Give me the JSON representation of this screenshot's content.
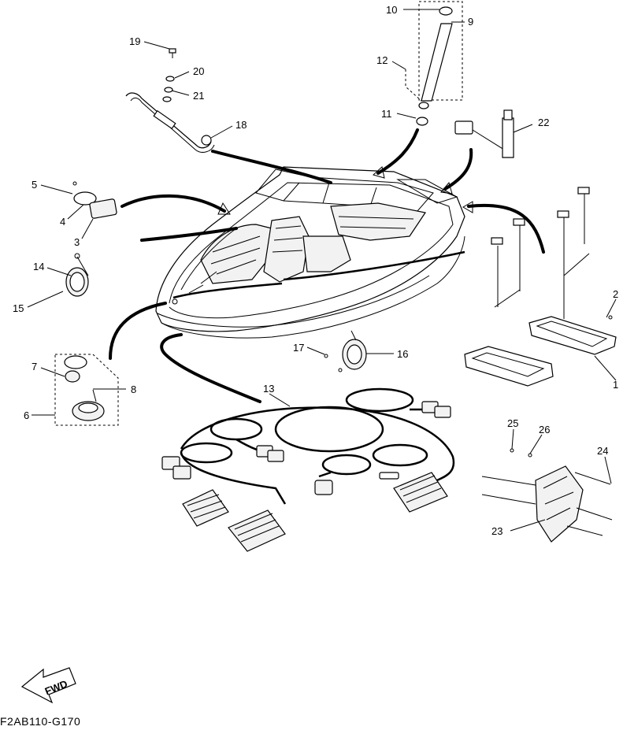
{
  "diagram": {
    "drawing_code": "F2AB110-G170",
    "fwd_label": "FWD",
    "callouts": [
      "1",
      "2",
      "3",
      "4",
      "5",
      "6",
      "7",
      "8",
      "9",
      "10",
      "11",
      "12",
      "13",
      "14",
      "15",
      "16",
      "17",
      "18",
      "19",
      "20",
      "21",
      "22",
      "23",
      "24",
      "25",
      "26"
    ]
  }
}
